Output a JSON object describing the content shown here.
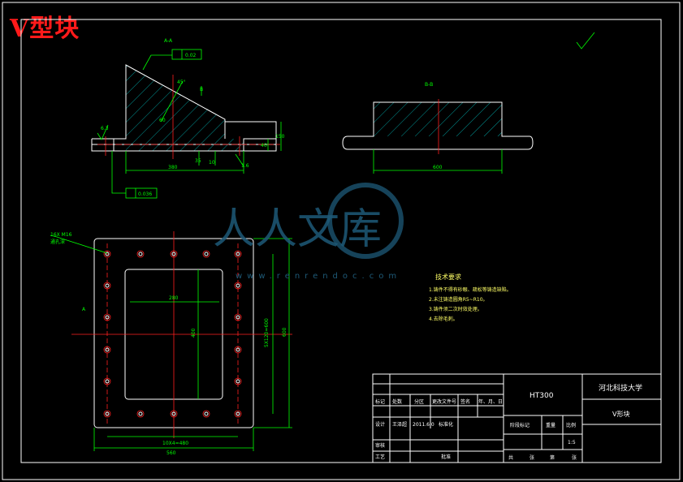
{
  "title": "V型块",
  "section_labels": {
    "left": "A-A",
    "right": "B-B",
    "b_mark": "B",
    "a_mark": "A"
  },
  "tolerances": {
    "top": "0.02",
    "bottom": "0.036"
  },
  "dimensions": {
    "front_width": "380",
    "front_h1": "40",
    "front_h2": "150",
    "front_gap": "10",
    "front_small": "35",
    "roughness_left": "6.3",
    "roughness_right": "1.6",
    "angle": "45°",
    "right_width": "600",
    "plan_width": "560",
    "plan_height": "600",
    "plan_inner_w": "280",
    "plan_inner_h": "400",
    "plan_holes_h": "5X120=600",
    "plan_holes_w": "10X4=480",
    "hole_note_1": "16X M16",
    "hole_note_2": "通孔深",
    "left_dim": "60"
  },
  "tech": {
    "heading": "技术要求",
    "items": [
      "1.铸件不得有砂眼、疏松等铸造缺陷。",
      "2.未注铸造圆角R5~R10。",
      "3.铸件须二次时效处理。",
      "4.去除毛刺。"
    ]
  },
  "title_block": {
    "material": "HT300",
    "school": "河北科技大学",
    "part_name": "V形块",
    "header_row": [
      "标记",
      "处数",
      "分区",
      "更改文件号",
      "签名",
      "年、月、日"
    ],
    "design_row": [
      "设计",
      "王泽超",
      "2011.6.0",
      "标准化"
    ],
    "stage_label": "阶段标记",
    "weight_label": "重量",
    "scale_label": "比例",
    "scale_value": "1:5",
    "review_label": "审核",
    "process_label": "工艺",
    "approve_label": "批准",
    "sheet_labels": [
      "共",
      "张",
      "第",
      "张"
    ]
  },
  "watermark": {
    "text": "人人文库",
    "url": "www.renrendoc.com"
  }
}
